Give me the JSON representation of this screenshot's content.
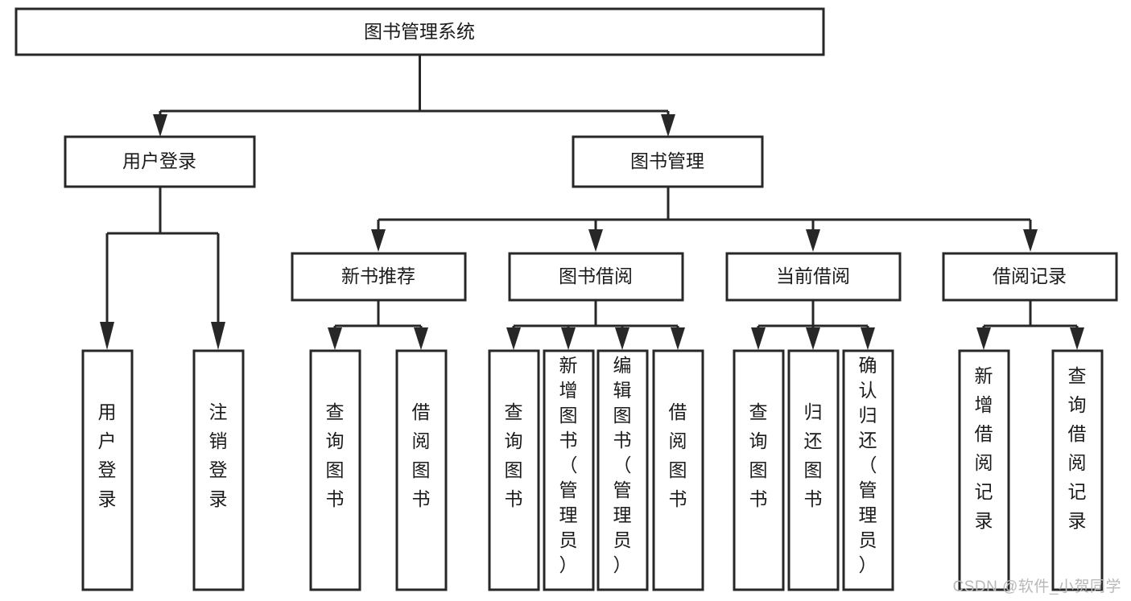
{
  "diagram": {
    "title": "图书管理系统",
    "type": "tree-hierarchy-chart",
    "root": {
      "id": "root",
      "label": "图书管理系统"
    },
    "level2": [
      {
        "id": "user-login",
        "label": "用户登录"
      },
      {
        "id": "book-management",
        "label": "图书管理"
      }
    ],
    "level3": [
      {
        "id": "new-book-recommend",
        "label": "新书推荐",
        "parent": "book-management"
      },
      {
        "id": "book-borrow",
        "label": "图书借阅",
        "parent": "book-management"
      },
      {
        "id": "current-borrow",
        "label": "当前借阅",
        "parent": "book-management"
      },
      {
        "id": "borrow-record",
        "label": "借阅记录",
        "parent": "book-management"
      }
    ],
    "leaves": [
      {
        "id": "leaf-user-login",
        "label": "用户登录",
        "parent": "user-login"
      },
      {
        "id": "leaf-logout-login",
        "label": "注销登录",
        "parent": "user-login"
      },
      {
        "id": "leaf-query-book-1",
        "label": "查询图书",
        "parent": "new-book-recommend"
      },
      {
        "id": "leaf-borrow-book-1",
        "label": "借阅图书",
        "parent": "new-book-recommend"
      },
      {
        "id": "leaf-query-book-2",
        "label": "查询图书",
        "parent": "book-borrow"
      },
      {
        "id": "leaf-add-book",
        "label": "新增图书（管理员）",
        "parent": "book-borrow"
      },
      {
        "id": "leaf-edit-book",
        "label": "编辑图书（管理员）",
        "parent": "book-borrow"
      },
      {
        "id": "leaf-borrow-book-2",
        "label": "借阅图书",
        "parent": "book-borrow"
      },
      {
        "id": "leaf-query-book-3",
        "label": "查询图书",
        "parent": "current-borrow"
      },
      {
        "id": "leaf-return-book",
        "label": "归还图书",
        "parent": "current-borrow"
      },
      {
        "id": "leaf-confirm-return",
        "label": "确认归还（管理员）",
        "parent": "current-borrow"
      },
      {
        "id": "leaf-add-record",
        "label": "新增借阅记录",
        "parent": "borrow-record"
      },
      {
        "id": "leaf-query-record",
        "label": "查询借阅记录",
        "parent": "borrow-record"
      }
    ],
    "colors": {
      "stroke": "#272727",
      "fill": "#ffffff",
      "text": "#1b1b1b",
      "watermark": "#b8b8b8",
      "background": "#ffffff"
    }
  },
  "watermark": {
    "text": "CSDN @软件_小贺同学"
  }
}
